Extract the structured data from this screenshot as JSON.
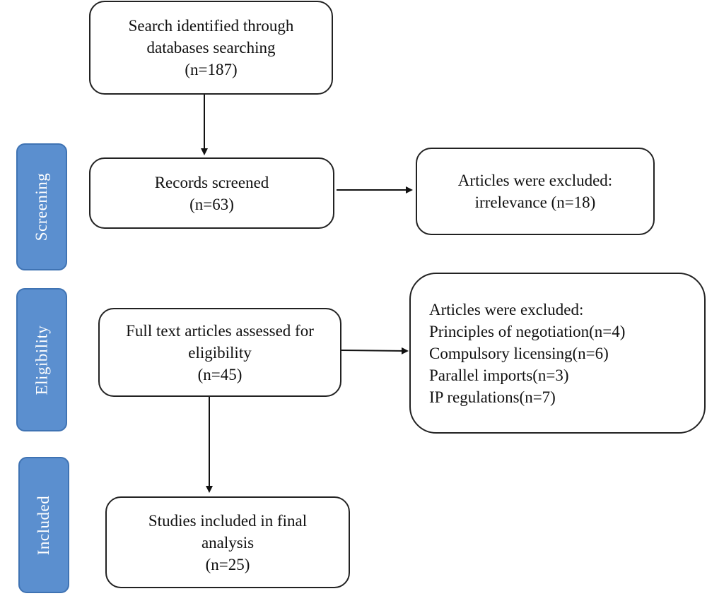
{
  "stages": [
    {
      "id": "screening",
      "label": "Screening"
    },
    {
      "id": "eligibility",
      "label": "Eligibility"
    },
    {
      "id": "included",
      "label": "Included"
    }
  ],
  "boxes": {
    "identified": {
      "lines": [
        "Search identified through",
        "databases searching",
        "(n=187)"
      ]
    },
    "screened": {
      "lines": [
        "Records screened",
        "(n=63)"
      ]
    },
    "excluded_1": {
      "lines": [
        "Articles were excluded:",
        "irrelevance (n=18)"
      ]
    },
    "assessed": {
      "lines": [
        "Full text articles assessed for",
        "eligibility",
        "(n=45)"
      ]
    },
    "excluded_2": {
      "lines": [
        "Articles were excluded:",
        "Principles of negotiation(n=4)",
        "Compulsory licensing(n=6)",
        "Parallel imports(n=3)",
        "IP regulations(n=7)"
      ]
    },
    "included": {
      "lines": [
        "Studies included in final",
        "analysis",
        "(n=25)"
      ]
    }
  },
  "colors": {
    "stage_fill": "#5b8fcf",
    "stage_border": "#3f73b3",
    "line": "#111111"
  }
}
